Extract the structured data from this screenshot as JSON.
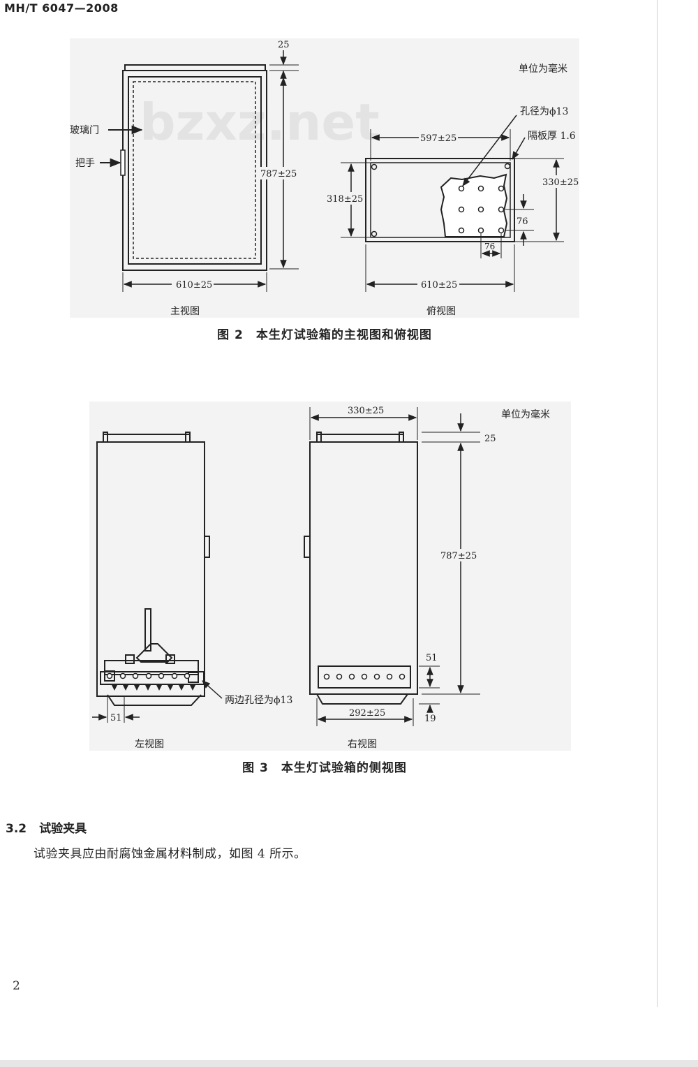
{
  "header": {
    "standard_id": "MH/T 6047—2008"
  },
  "watermark": "bzxz.net",
  "figure2": {
    "unit_note": "单位为毫米",
    "caption": "图 2　本生灯试验箱的主视图和俯视图",
    "front_view": {
      "label": "主视图",
      "glass_door": "玻璃门",
      "handle": "把手",
      "dim_top": "25",
      "dim_height": "787±25",
      "dim_width": "610±25"
    },
    "top_view": {
      "label": "俯视图",
      "hole_dia": "孔径为ϕ13",
      "partition": "隔板厚 1.6",
      "dim_inner_width": "597±25",
      "dim_inner_depth": "318±25",
      "dim_outer_depth": "330±25",
      "dim_pitch_v": "76",
      "dim_pitch_h": "76",
      "dim_width": "610±25"
    }
  },
  "figure3": {
    "unit_note": "单位为毫米",
    "caption": "图 3　本生灯试验箱的侧视图",
    "left_view": {
      "label": "左视图",
      "holes_note": "两边孔径为ϕ13",
      "dim_51": "51"
    },
    "right_view": {
      "label": "右视图",
      "dim_top_width": "330±25",
      "dim_top": "25",
      "dim_height": "787±25",
      "dim_51": "51",
      "dim_19": "19",
      "dim_bottom_width": "292±25"
    }
  },
  "section": {
    "number": "3.2",
    "title": "试验夹具",
    "body": "试验夹具应由耐腐蚀金属材料制成，如图 4 所示。"
  },
  "page_number": "2"
}
